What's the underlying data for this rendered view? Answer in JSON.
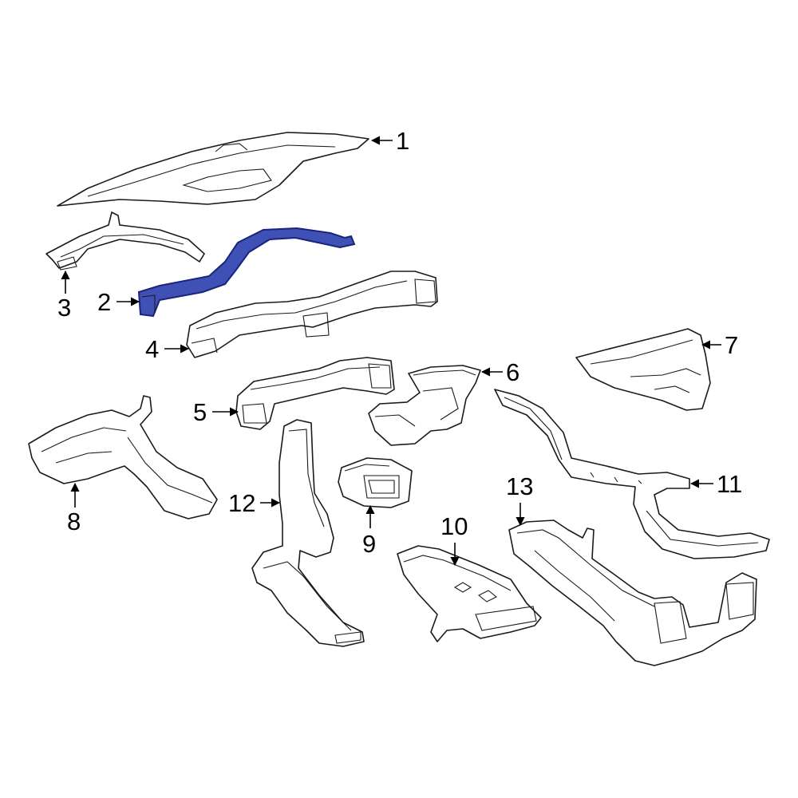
{
  "colors": {
    "highlight_fill": "#3f51b5",
    "highlight_stroke": "#1a237e",
    "line": "#1a1a1a",
    "background": "#ffffff"
  },
  "callouts": [
    "1",
    "2",
    "3",
    "4",
    "5",
    "6",
    "7",
    "8",
    "9",
    "10",
    "11",
    "12",
    "13"
  ],
  "highlighted_part": "2"
}
